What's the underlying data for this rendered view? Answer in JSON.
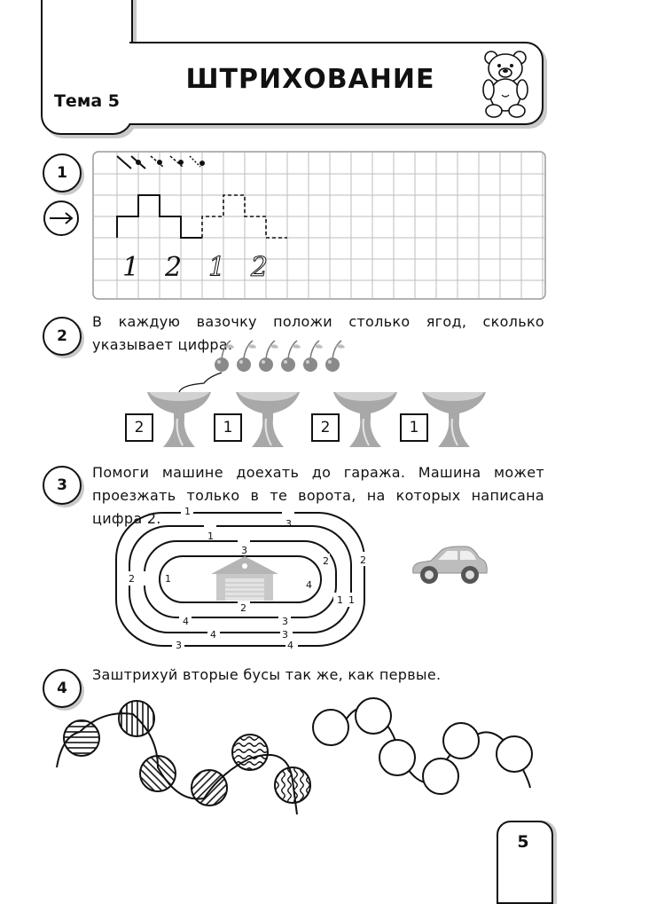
{
  "header": {
    "topic_label": "Тема 5",
    "title": "ШТРИХОВАНИЕ"
  },
  "tasks": [
    {
      "number": "1",
      "text": ""
    },
    {
      "number": "2",
      "text": "В каждую вазочку положи столько ягод, сколько указывает цифра."
    },
    {
      "number": "3",
      "text": "Помоги машине доехать до гаража. Машина может проезжать только в те ворота, на которых написана цифра 2."
    },
    {
      "number": "4",
      "text": "Заштрихуй вторые бусы так же, как первые."
    }
  ],
  "task1": {
    "digits": [
      "1",
      "2",
      "1",
      "2"
    ]
  },
  "task2": {
    "cup_numbers": [
      "2",
      "1",
      "2",
      "1"
    ],
    "cherry_count": 6
  },
  "task3": {
    "maze_labels": {
      "outer_top_1": "1",
      "outer_top_3": "3",
      "ring2_top_1": "1",
      "ring3_top_3": "3",
      "left_2": "2",
      "left_1": "1",
      "right_outer_2": "2",
      "right_ring2_2": "2",
      "right_ring3_4": "4",
      "right_outer_1": "1",
      "right_ring2_1": "1",
      "inner_bottom_2": "2",
      "ring3_bottom_4": "4",
      "ring3_bottom_3": "3",
      "ring2_bottom_4": "4",
      "ring2_bottom_3": "3",
      "outer_bottom_3": "3",
      "outer_bottom_4": "4"
    }
  },
  "footer": {
    "page_number": "5"
  }
}
